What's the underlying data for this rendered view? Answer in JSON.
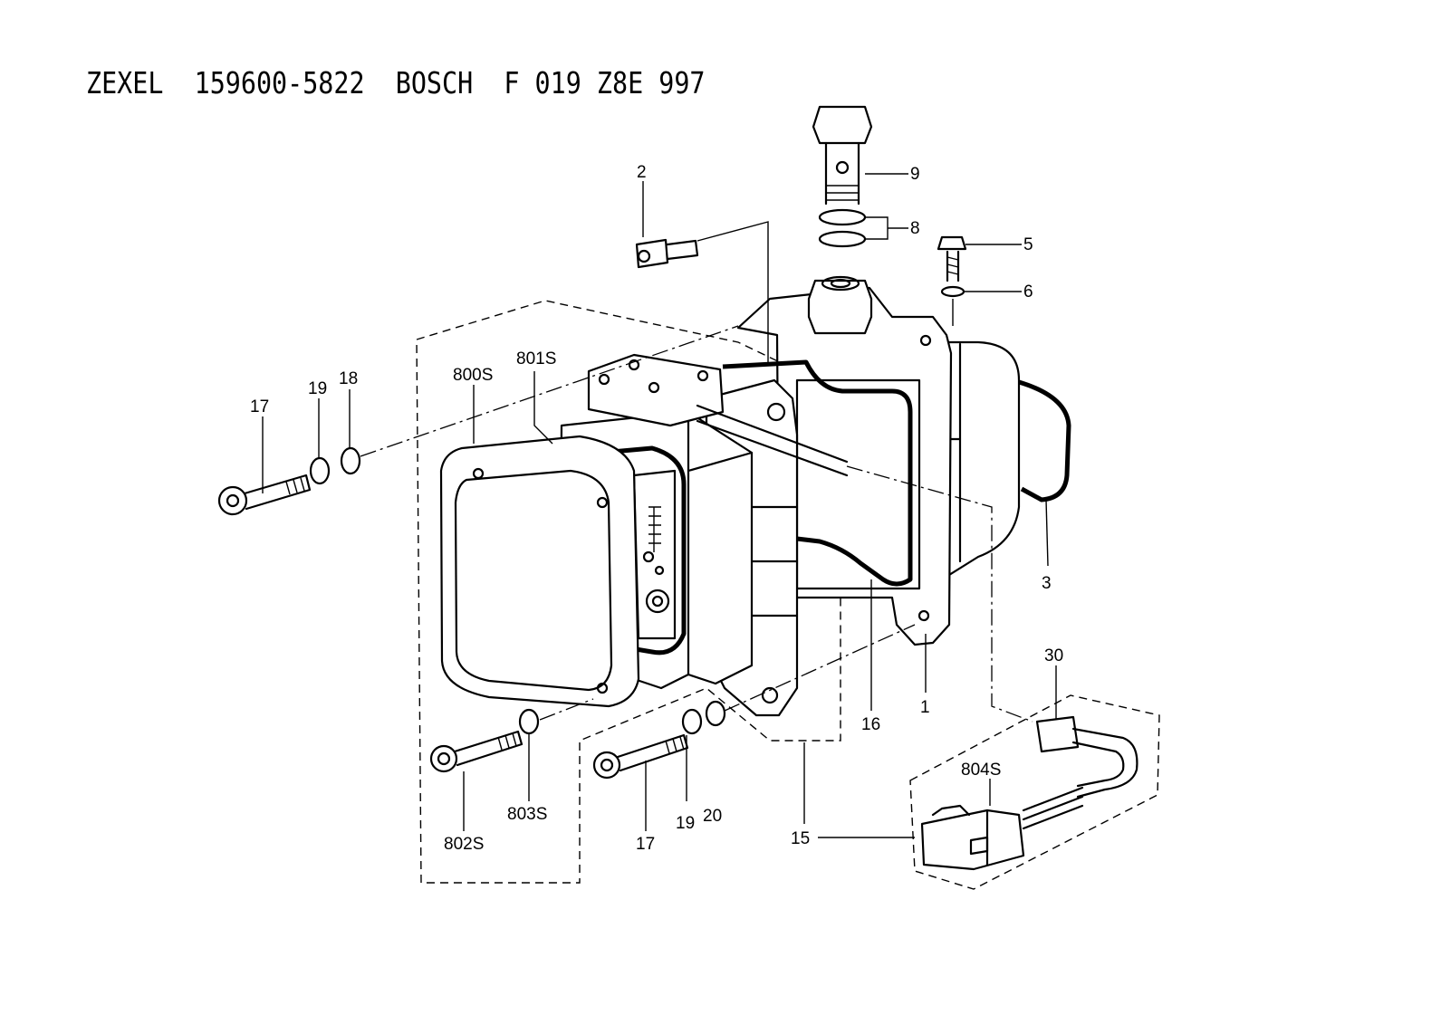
{
  "title": {
    "brand1": "ZEXEL",
    "part_no": "159600-5822",
    "brand2": "BOSCH",
    "bosch_no": "F 019 Z8E 997"
  },
  "callouts": {
    "c1": "1",
    "c2": "2",
    "c3": "3",
    "c5": "5",
    "c6": "6",
    "c8": "8",
    "c9": "9",
    "c15": "15",
    "c16": "16",
    "c17a": "17",
    "c17b": "17",
    "c18": "18",
    "c19a": "19",
    "c19b": "19",
    "c20": "20",
    "c30": "30",
    "c800s": "800S",
    "c801s": "801S",
    "c802s": "802S",
    "c803s": "803S",
    "c804s": "804S"
  }
}
